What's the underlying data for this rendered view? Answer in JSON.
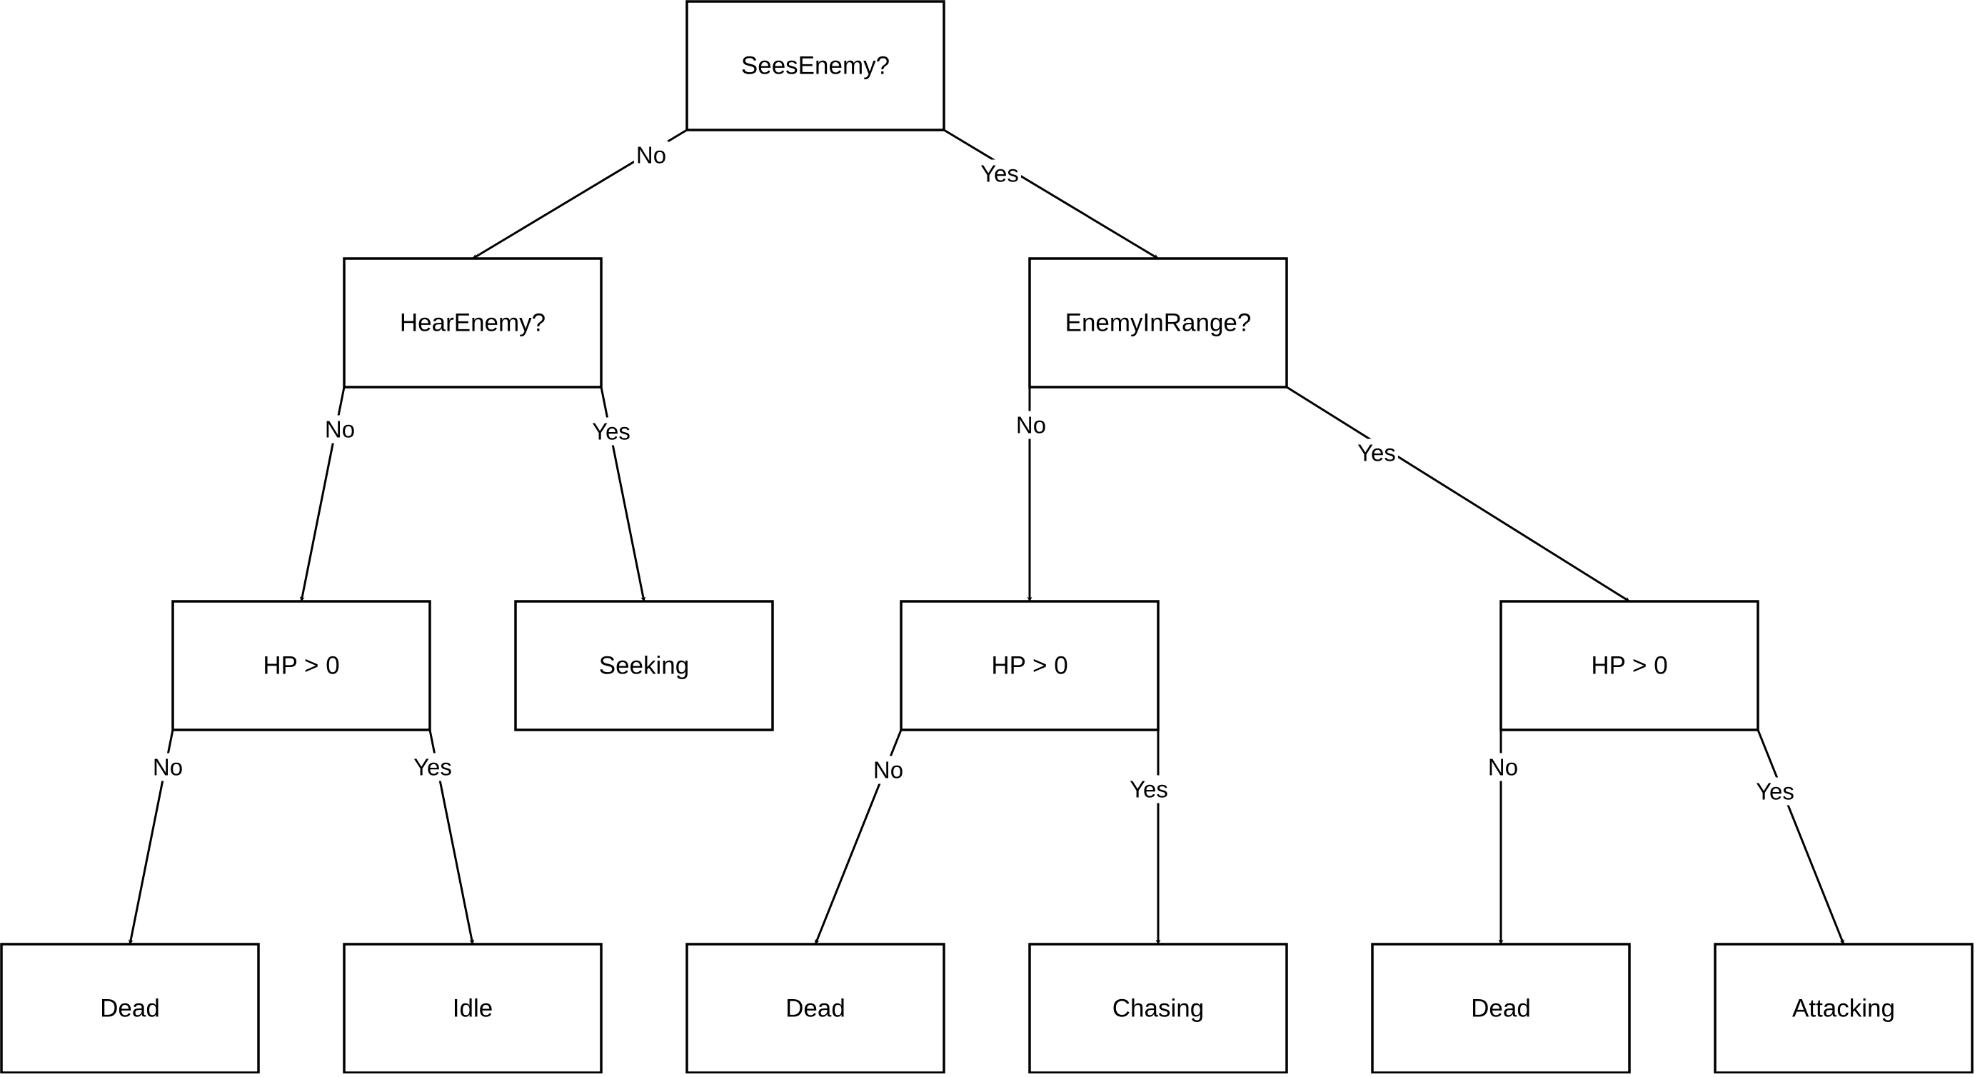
{
  "diagram": {
    "nodes": [
      {
        "id": "sees_enemy",
        "label": "SeesEnemy?"
      },
      {
        "id": "hear_enemy",
        "label": "HearEnemy?"
      },
      {
        "id": "enemy_in_range",
        "label": "EnemyInRange?"
      },
      {
        "id": "hp_left",
        "label": "HP > 0"
      },
      {
        "id": "seeking",
        "label": "Seeking"
      },
      {
        "id": "hp_mid",
        "label": "HP > 0"
      },
      {
        "id": "hp_right",
        "label": "HP > 0"
      },
      {
        "id": "dead_1",
        "label": "Dead"
      },
      {
        "id": "idle",
        "label": "Idle"
      },
      {
        "id": "dead_2",
        "label": "Dead"
      },
      {
        "id": "chasing",
        "label": "Chasing"
      },
      {
        "id": "dead_3",
        "label": "Dead"
      },
      {
        "id": "attacking",
        "label": "Attacking"
      }
    ],
    "edges": [
      {
        "from": "sees_enemy",
        "to": "hear_enemy",
        "label": "No"
      },
      {
        "from": "sees_enemy",
        "to": "enemy_in_range",
        "label": "Yes"
      },
      {
        "from": "hear_enemy",
        "to": "hp_left",
        "label": "No"
      },
      {
        "from": "hear_enemy",
        "to": "seeking",
        "label": "Yes"
      },
      {
        "from": "enemy_in_range",
        "to": "hp_mid",
        "label": "No"
      },
      {
        "from": "enemy_in_range",
        "to": "hp_right",
        "label": "Yes"
      },
      {
        "from": "hp_left",
        "to": "dead_1",
        "label": "No"
      },
      {
        "from": "hp_left",
        "to": "idle",
        "label": "Yes"
      },
      {
        "from": "hp_mid",
        "to": "dead_2",
        "label": "No"
      },
      {
        "from": "hp_mid",
        "to": "chasing",
        "label": "Yes"
      },
      {
        "from": "hp_right",
        "to": "dead_3",
        "label": "No"
      },
      {
        "from": "hp_right",
        "to": "attacking",
        "label": "Yes"
      }
    ]
  }
}
